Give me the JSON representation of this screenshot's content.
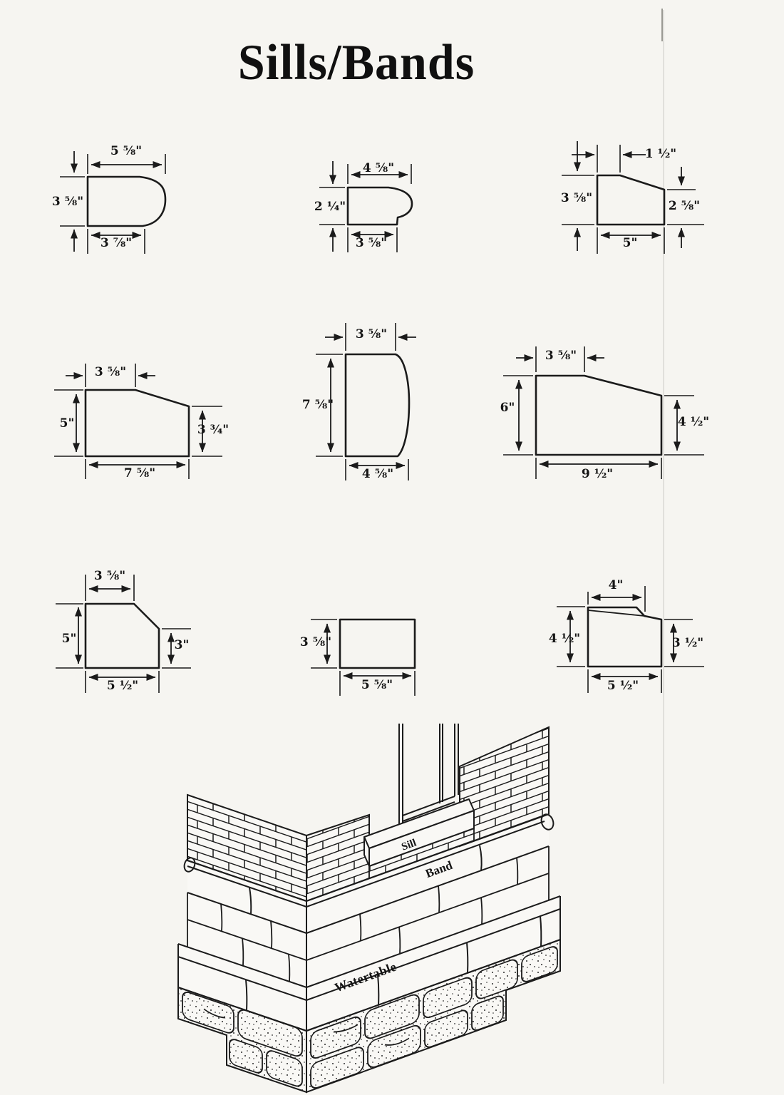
{
  "title": "Sills/Bands",
  "colors": {
    "paper": "#f6f5f1",
    "ink": "#1b1b1b",
    "scan_line": "#c9c9c2"
  },
  "profiles": [
    {
      "name": "bullnose-sill-large",
      "shape": "rectangle with rounded bullnose right end",
      "dims": {
        "top": "5 ⅝\"",
        "left": "3 ⅝\"",
        "bottom": "3 ⅞\""
      }
    },
    {
      "name": "bullnose-band-small",
      "shape": "rectangle with bullnose right end and drip notch",
      "dims": {
        "top": "4 ⅝\"",
        "left": "2 ¼\"",
        "bottom": "3 ⅝\""
      }
    },
    {
      "name": "sloped-sill-5in",
      "shape": "sloped wash top",
      "dims": {
        "top": "1 ½\"",
        "left": "3 ⅝\"",
        "right": "2 ⅝\"",
        "bottom": "5\""
      }
    },
    {
      "name": "sloped-sill-7in",
      "shape": "flat seat then sloped wash",
      "dims": {
        "top": "3 ⅝\"",
        "left": "5\"",
        "right": "3 ¾\"",
        "bottom": "7 ⅝\""
      }
    },
    {
      "name": "curved-face-band",
      "shape": "tall band with curved outer face",
      "dims": {
        "top": "3 ⅝\"",
        "left": "7 ⅝\"",
        "bottom": "4 ⅝\""
      }
    },
    {
      "name": "sloped-sill-9in",
      "shape": "flat seat then long sloped wash",
      "dims": {
        "top": "3 ⅝\"",
        "left": "6\"",
        "right": "4 ½\"",
        "bottom": "9 ½\""
      }
    },
    {
      "name": "chamfered-sill",
      "shape": "chamfered top-right corner",
      "dims": {
        "top": "3 ⅝\"",
        "left": "5\"",
        "right": "3\"",
        "bottom": "5 ½\""
      }
    },
    {
      "name": "rectangular-band",
      "shape": "plain rectangle",
      "dims": {
        "left": "3 ⅝\"",
        "bottom": "5 ⅝\""
      }
    },
    {
      "name": "wash-sill",
      "shape": "thin wedge wash top",
      "dims": {
        "top": "4\"",
        "left": "4 ½\"",
        "right": "3 ½\"",
        "bottom": "5 ½\""
      }
    }
  ],
  "illustration": {
    "description": "isometric brick wall corner",
    "labels": {
      "sill": "Sill",
      "band": "Band",
      "watertable": "Watertable"
    }
  }
}
